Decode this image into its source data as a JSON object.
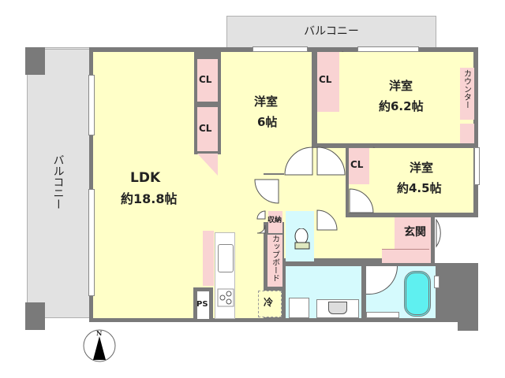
{
  "plan": {
    "balcony_top": {
      "label": "バルコニー"
    },
    "balcony_left": {
      "label": "バルコニー"
    },
    "ldk": {
      "name": "LDK",
      "size": "約18.8帖"
    },
    "room_6": {
      "name": "洋室",
      "size": "6帖"
    },
    "room_62": {
      "name": "洋室",
      "size": "約6.2帖"
    },
    "room_45": {
      "name": "洋室",
      "size": "約4.5帖"
    },
    "closets": [
      "CL",
      "CL",
      "CL",
      "CL"
    ],
    "counter": {
      "label": "カウンター"
    },
    "entrance": {
      "label": "玄関"
    },
    "storage": {
      "label": "収納"
    },
    "cupboard": {
      "label": "カップボード"
    },
    "ps": {
      "label": "PS"
    },
    "fridge": {
      "label": "冷"
    },
    "compass": {
      "label": "N"
    }
  },
  "colors": {
    "wall": "#7a7a7a",
    "room_floor": "#ffffc8",
    "closet": "#f9d3d3",
    "wet_area": "#d5fafd",
    "balcony": "#e2e2e2",
    "bathtub": "#5ff0f0"
  }
}
